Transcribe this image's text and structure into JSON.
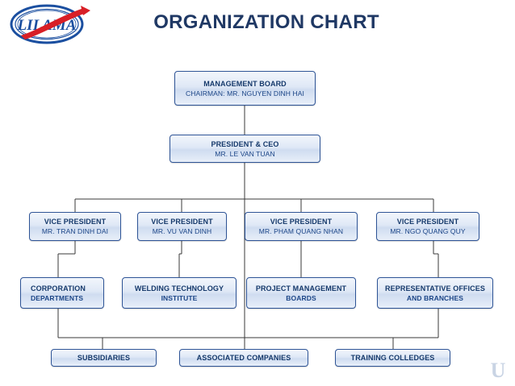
{
  "page": {
    "title": "ORGANIZATION CHART",
    "logo_text": "LILAMA",
    "footer_mark": "U",
    "accent_color": "#1F3864",
    "box_border_color": "#2E5496",
    "logo_blue": "#1b4fa0",
    "logo_red": "#d81f26"
  },
  "chart": {
    "type": "org-chart",
    "nodes": [
      {
        "id": "management-board",
        "line1": "MANAGEMENT BOARD",
        "line2": "CHAIRMAN: MR. NGUYEN DINH HAI",
        "level": 0
      },
      {
        "id": "president-ceo",
        "line1": "PRESIDENT & CEO",
        "line2": "MR. LE VAN TUAN",
        "level": 1
      },
      {
        "id": "vice-president-1",
        "line1": "VICE PRESIDENT",
        "line2": "MR. TRAN DINH DAI",
        "level": 2
      },
      {
        "id": "vice-president-2",
        "line1": "VICE PRESIDENT",
        "line2": "MR. VU VAN DINH",
        "level": 2
      },
      {
        "id": "vice-president-3",
        "line1": "VICE PRESIDENT",
        "line2": "MR. PHAM QUANG NHAN",
        "level": 2
      },
      {
        "id": "vice-president-4",
        "line1": "VICE PRESIDENT",
        "line2": "MR. NGO QUANG QUY",
        "level": 2
      },
      {
        "id": "corporation-departments",
        "line1": "CORPORATION",
        "line2": "DEPARTMENTS",
        "level": 3
      },
      {
        "id": "welding-technology-institute",
        "line1": "WELDING TECHNOLOGY",
        "line2": "INSTITUTE",
        "level": 3
      },
      {
        "id": "project-management-boards",
        "line1": "PROJECT MANAGEMENT",
        "line2": "BOARDS",
        "level": 3
      },
      {
        "id": "representative-offices-and-branches",
        "line1": "REPRESENTATIVE OFFICES",
        "line2": "AND BRANCHES",
        "level": 3
      },
      {
        "id": "subsidiaries",
        "line1": "SUBSIDIARIES",
        "line2": "",
        "level": 4
      },
      {
        "id": "associated-companies",
        "line1": "ASSOCIATED COMPANIES",
        "line2": "",
        "level": 4
      },
      {
        "id": "training-colledges",
        "line1": "TRAINING COLLEDGES",
        "line2": "",
        "level": 4
      }
    ]
  }
}
